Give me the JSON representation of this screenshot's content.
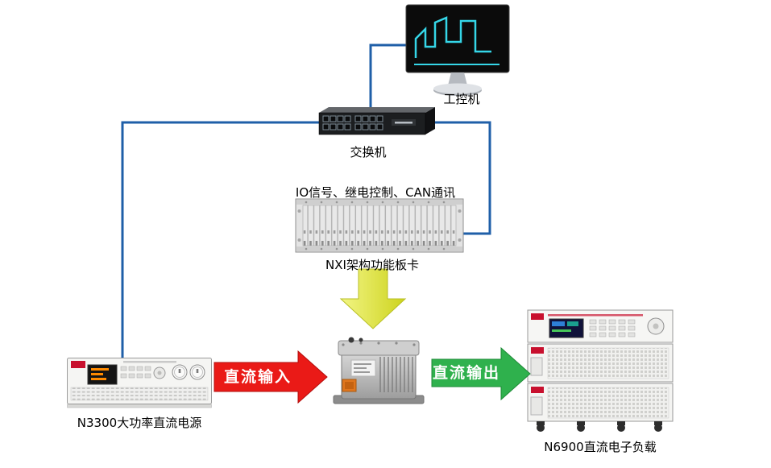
{
  "diagram": {
    "nodes": {
      "industrial_pc": {
        "label": "工控机"
      },
      "network_switch": {
        "label": "交换机"
      },
      "nxi_rack": {
        "caption": "IO信号、继电控制、CAN通讯",
        "label": "NXI架构功能板卡"
      },
      "dc_power_supply": {
        "label": "N3300大功率直流电源"
      },
      "dc_electronic_load": {
        "label": "N6900直流电子负载"
      }
    },
    "arrows": {
      "dc_input": {
        "label": "直流输入"
      },
      "dc_output": {
        "label": "直流输出"
      }
    }
  },
  "colors": {
    "line_blue": "#1f5fa8",
    "arrow_red": "#ea1a17",
    "arrow_green": "#2fb14d",
    "arrow_yellow_light": "#f2f584",
    "arrow_yellow_dark": "#cdd31d",
    "trace_cyan": "#35d6e8",
    "brand_red": "#c8102e",
    "label_text": "#000000"
  }
}
